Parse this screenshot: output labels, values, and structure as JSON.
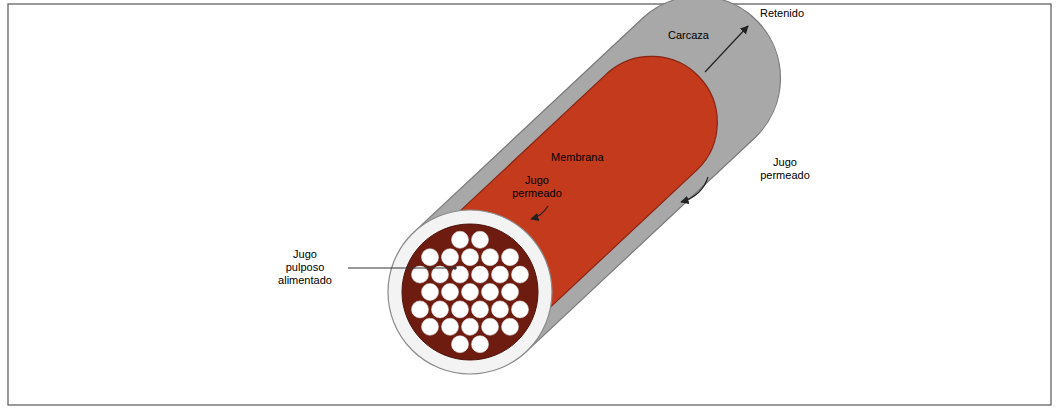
{
  "diagram": {
    "labels": [
      "Retenido",
      "Carcaza",
      "Jugo permeado",
      "Membrana",
      "Jugo permeado",
      "Jugo pulposo alimentado"
    ]
  }
}
